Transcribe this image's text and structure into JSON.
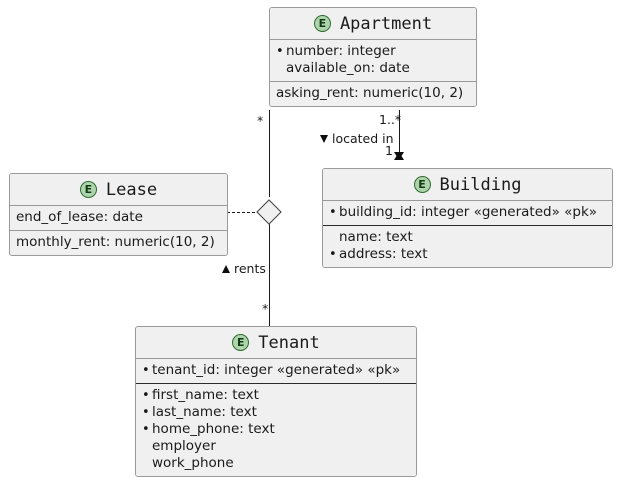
{
  "diagram": {
    "type": "uml-entity-relationship-diagram",
    "entity_badge_letter": "E",
    "entities": [
      {
        "id": "apartment",
        "name": "Apartment",
        "compartments": [
          {
            "style": "bulleted",
            "rows": [
              {
                "bullet": true,
                "text": "number: integer"
              },
              {
                "bullet": false,
                "text": "available_on: date"
              }
            ]
          },
          {
            "style": "plain",
            "rows": [
              {
                "bullet": false,
                "text": "asking_rent: numeric(10, 2)"
              }
            ]
          }
        ]
      },
      {
        "id": "lease",
        "name": "Lease",
        "compartments": [
          {
            "style": "plain",
            "rows": [
              {
                "bullet": false,
                "text": "end_of_lease: date"
              }
            ]
          },
          {
            "style": "plain",
            "rows": [
              {
                "bullet": false,
                "text": "monthly_rent: numeric(10, 2)"
              }
            ]
          }
        ]
      },
      {
        "id": "building",
        "name": "Building",
        "compartments": [
          {
            "style": "bulleted",
            "rows": [
              {
                "bullet": true,
                "text": "building_id: integer «generated» «pk»"
              }
            ]
          },
          {
            "style": "bulleted",
            "rows": [
              {
                "bullet": false,
                "text": "name: text"
              },
              {
                "bullet": true,
                "text": "address: text"
              }
            ]
          }
        ]
      },
      {
        "id": "tenant",
        "name": "Tenant",
        "compartments": [
          {
            "style": "bulleted",
            "rows": [
              {
                "bullet": true,
                "text": "tenant_id: integer «generated» «pk»"
              }
            ]
          },
          {
            "style": "bulleted",
            "rows": [
              {
                "bullet": true,
                "text": "first_name: text"
              },
              {
                "bullet": true,
                "text": "last_name: text"
              },
              {
                "bullet": true,
                "text": "home_phone: text"
              },
              {
                "bullet": false,
                "text": "employer"
              },
              {
                "bullet": false,
                "text": "work_phone"
              }
            ]
          }
        ]
      }
    ],
    "relationships": [
      {
        "id": "located-in",
        "label": "located in",
        "direction_marker": "down-triangle",
        "source_multiplicity": "1..*",
        "target_multiplicity": "1",
        "target_end": "composition-filled-diamond"
      },
      {
        "id": "rents",
        "label": "rents",
        "direction_marker": "up-triangle",
        "apartment_multiplicity": "*",
        "tenant_multiplicity": "*",
        "association_class_marker": "open-diamond"
      }
    ]
  },
  "colors": {
    "entity_fill": "#f0f0f0",
    "entity_border": "#9a9a9a",
    "badge_fill": "#aed4ae",
    "badge_border": "#2f6b2f",
    "line": "#1a1a1a",
    "text": "#1a1a1a",
    "background": "#ffffff"
  }
}
